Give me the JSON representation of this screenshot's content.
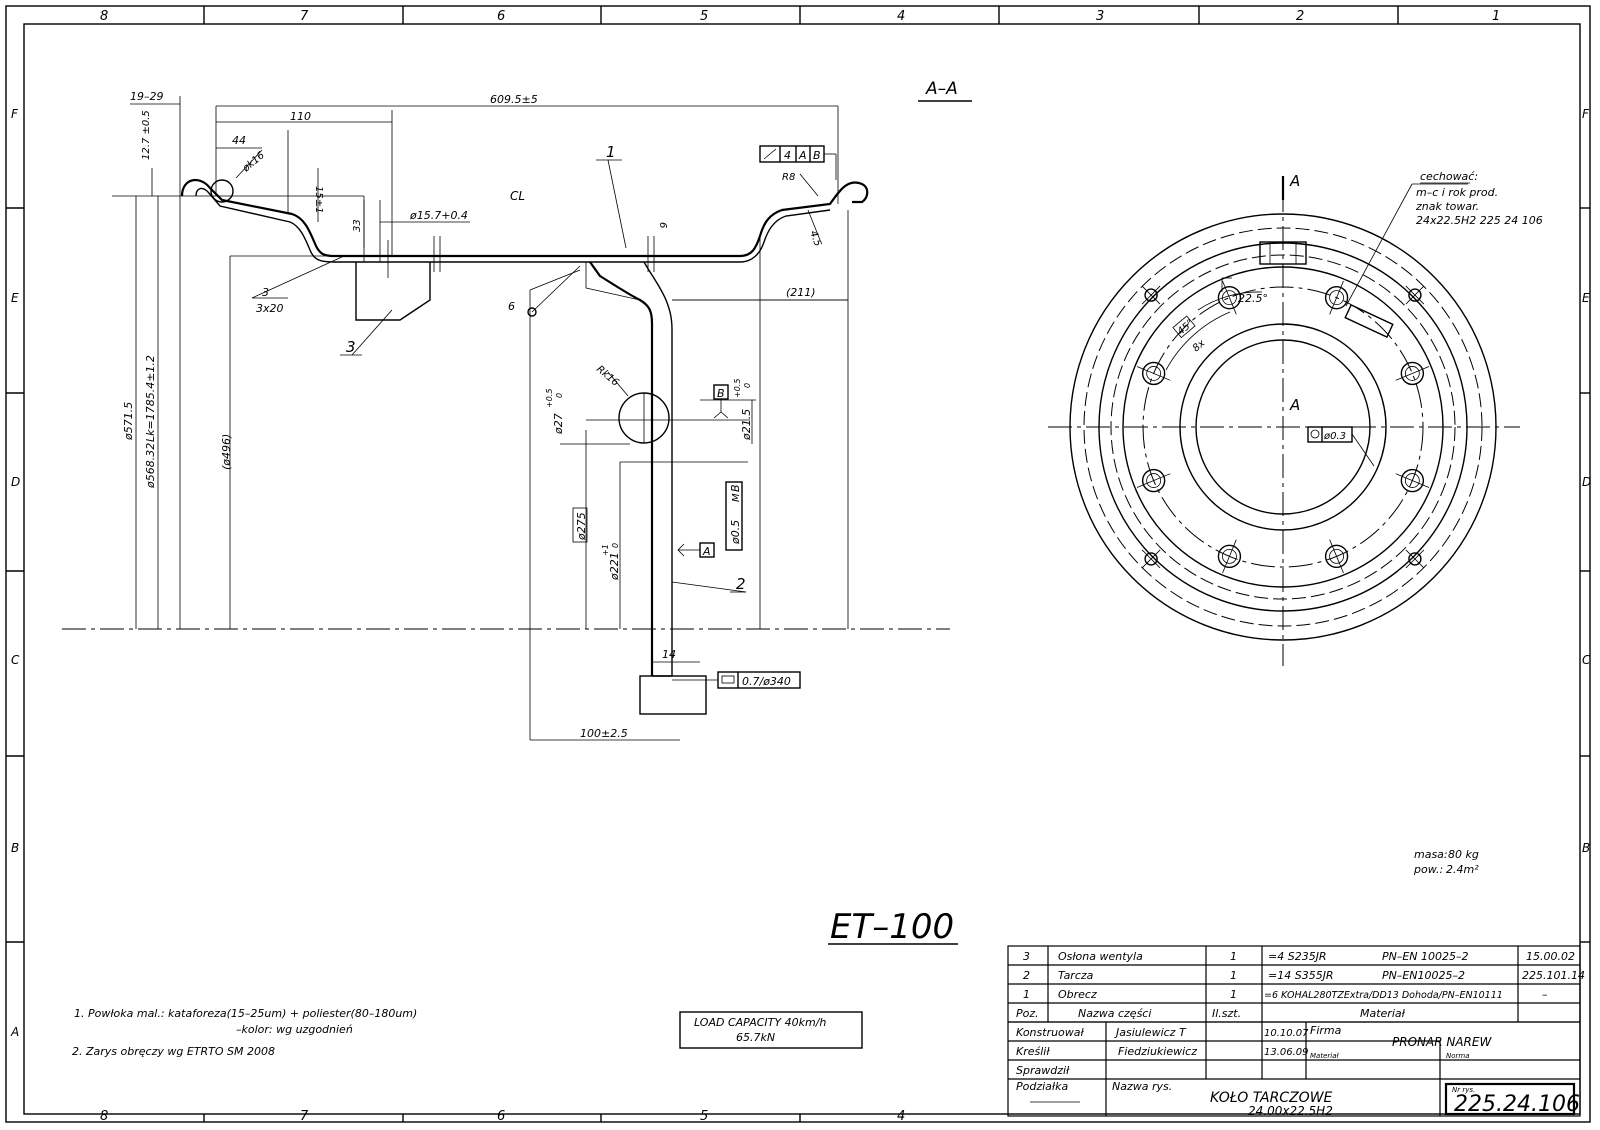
{
  "frame": {
    "columns_top": [
      "8",
      "7",
      "6",
      "5",
      "4",
      "3",
      "2",
      "1"
    ],
    "columns_bottom": [
      "8",
      "7",
      "6",
      "5",
      "4"
    ],
    "rows": [
      "F",
      "E",
      "D",
      "C",
      "B",
      "A"
    ]
  },
  "section_view": {
    "title": "A–A",
    "part_labels": [
      "1",
      "2",
      "3"
    ],
    "centerline_label": "CL",
    "dimensions": {
      "d_19_29": "19–29",
      "d_609": "609.5±5",
      "d_12_7": "12.7 ±0.5",
      "d_110": "110",
      "d_44": "44",
      "d_rk16_top": "øk16",
      "d_15": "15±1",
      "d_33": "33",
      "d_15_7": "ø15.7+0.4",
      "d_6": "6",
      "d_r8": "R8",
      "d_4_5": "4.5",
      "d_3x20": "3x20",
      "weld_3": "3",
      "weld_6": "6",
      "d_211": "(211)",
      "d_496": "(ø496)",
      "d_571": "ø571.5",
      "d_568": "ø568.32",
      "d_lk": "Lk=1785.4±1.2",
      "d_rk16": "Rk16",
      "d_27": "ø27",
      "d_27_tol": "+0.5",
      "d_27_tol2": "0",
      "d_21": "ø21.5",
      "d_21_tol": "+0.5",
      "d_21_tol2": "0",
      "datum_b": "B",
      "datum_a": "A",
      "d_275": "ø275",
      "d_221": "ø221",
      "d_221_tol": "+1",
      "d_221_tol2": "0",
      "pos_tol": "ø0.5",
      "pos_tol_mod": "M",
      "pos_tol_ref": "B",
      "d_14": "14",
      "runout": "0.7/ø340",
      "d_100": "100±2.5",
      "runout_top": [
        "4",
        "A",
        "B"
      ]
    }
  },
  "front_view": {
    "section_mark": "A",
    "angle_22": "22.5°",
    "angle_45": "45°",
    "count_8x": "8x",
    "pos_tol": "ø0.3",
    "marking_note": {
      "title": "cechować:",
      "lines": [
        "m–c i rok prod.",
        "znak towar.",
        "24x22.5H2 225 24 106"
      ]
    }
  },
  "mass": {
    "label": "masa:",
    "value": "80 kg"
  },
  "surface": {
    "label": "pow.:",
    "value": "2.4m²"
  },
  "big_label": "ET–100",
  "load_capacity": {
    "line1": "LOAD CAPACITY 40km/h",
    "line2": "65.7kN"
  },
  "notes": [
    "1. Powłoka mal.: kataforeza(15–25um) + poliester(80–180um)",
    "–kolor: wg uzgodnień",
    "2. Zarys obręczy wg ETRTO SM 2008"
  ],
  "parts_table": {
    "rows": [
      {
        "poz": "3",
        "name": "Osłona wentyla",
        "qty": "1",
        "mat": "=4  S235JR",
        "norm": "PN–EN 10025–2",
        "ref": "15.00.02"
      },
      {
        "poz": "2",
        "name": "Tarcza",
        "qty": "1",
        "mat": "=14  S355JR",
        "norm": "PN–EN10025–2",
        "ref": "225.101.14"
      },
      {
        "poz": "1",
        "name": "Obrecz",
        "qty": "1",
        "mat": "=6  KOHAL280TZExtra/DD13 Dohoda/PN–EN10111",
        "norm": "",
        "ref": "–"
      }
    ],
    "header": {
      "poz": "Poz.",
      "name": "Nazwa części",
      "qty": "Il.szt.",
      "mat": "Materiał"
    }
  },
  "title_block": {
    "konstruowal_label": "Konstruował",
    "konstruowal": "Jasiulewicz T",
    "konstruowal_date": "10.10.07",
    "kreslil_label": "Kreślił",
    "kreslil": "Fiedziukiewicz",
    "kreslil_date": "13.06.09",
    "sprawdzil_label": "Sprawdził",
    "podzialka_label": "Podziałka",
    "firma_label": "Firma",
    "firma": "PRONAR NAREW",
    "materiał_label": "Materiał",
    "norma_label": "Norma",
    "nazwa_label": "Nazwa rys.",
    "nazwa": "KOŁO TARCZOWE",
    "nazwa_sub": "24.00x22.5H2",
    "nr_label": "Nr rys.",
    "nr": "225.24.106"
  }
}
